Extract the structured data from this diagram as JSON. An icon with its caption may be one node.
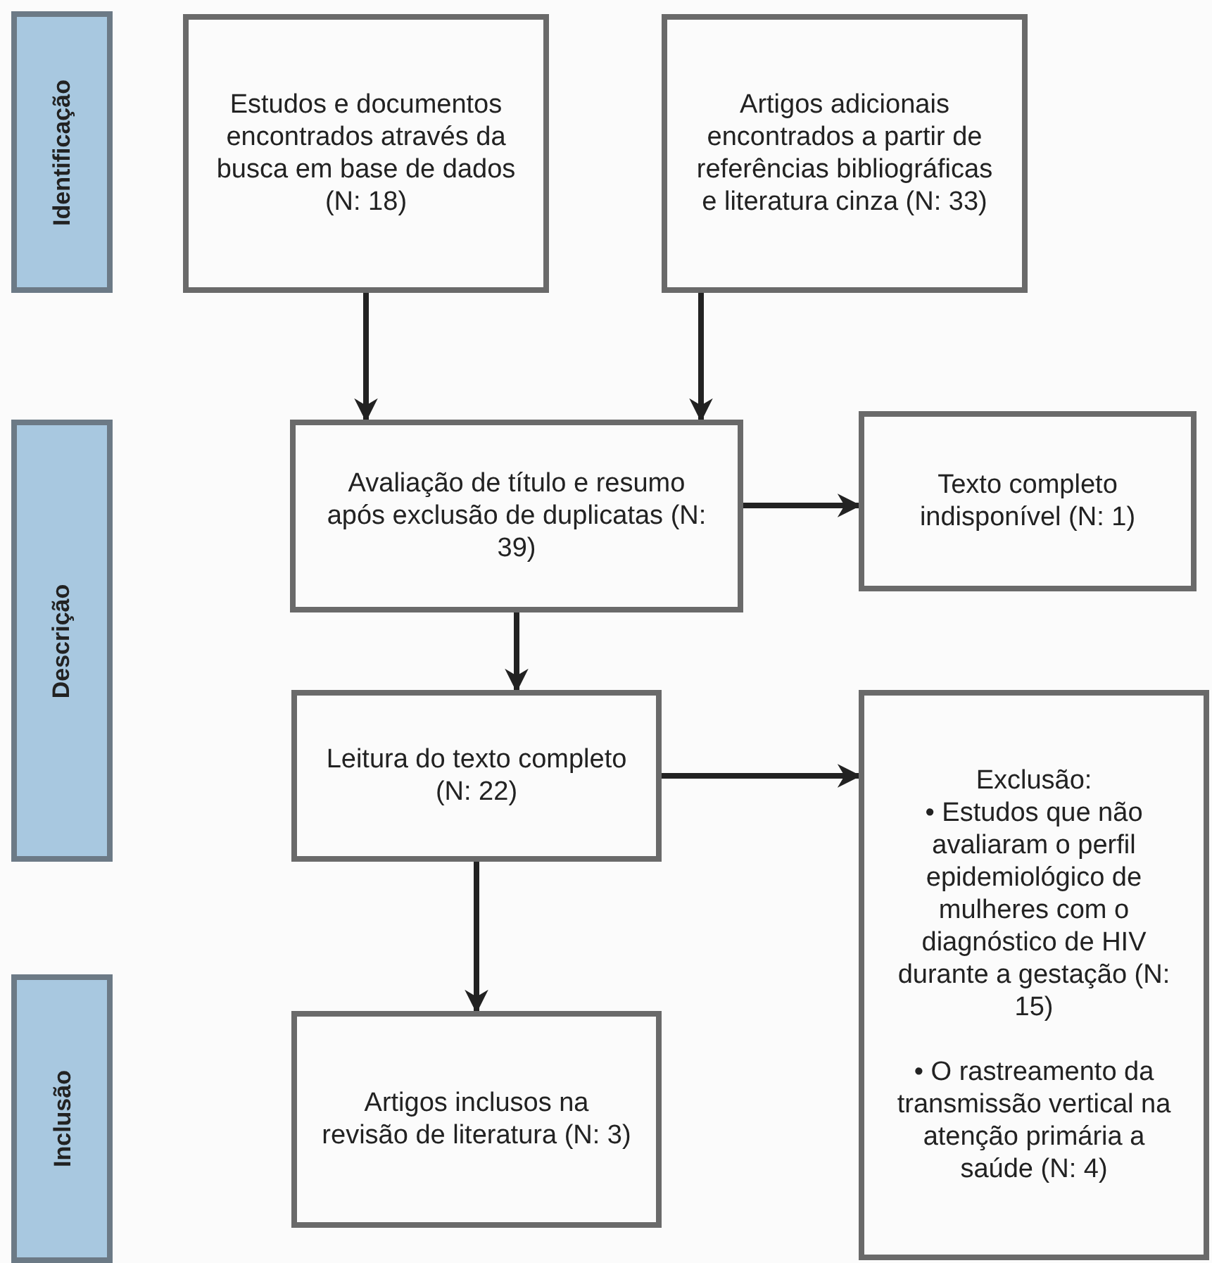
{
  "diagram": {
    "nodes": [
      {
        "text": [
          "Identificação"
        ]
      },
      {
        "text": [
          "Estudos e documentos encontrados através da busca em base de dados (N: 18)"
        ]
      },
      {
        "text": [
          "Artigos adicionais encontrados a partir de referências bibliográficas e literatura cinza (N: 33)"
        ]
      },
      {
        "text": [
          "Descrição"
        ]
      },
      {
        "text": [
          "Avaliação de título e resumo após exclusão de duplicatas (N: 39)"
        ]
      },
      {
        "text": [
          "Texto completo indisponível (N: 1)"
        ]
      },
      {
        "text": [
          "Leitura do texto completo (N: 22)"
        ]
      },
      {
        "text": [
          "Exclusão:",
          "• Estudos que não avaliaram o perfil epidemiológico de mulheres com o diagnóstico de HIV durante a gestação (N: 15)",
          "• O rastreamento da transmissão vertical na atenção primária a saúde (N: 4)"
        ]
      },
      {
        "text": [
          "Inclusão"
        ]
      },
      {
        "text": [
          "Artigos inclusos na revisão de literatura (N: 3)"
        ]
      }
    ],
    "edges": [
      {
        "from": 1,
        "to": 4,
        "arrow": "to"
      },
      {
        "from": 2,
        "to": 4,
        "arrow": "to"
      },
      {
        "from": 4,
        "to": 5,
        "arrow": "to"
      },
      {
        "from": 4,
        "to": 6,
        "arrow": "to"
      },
      {
        "from": 6,
        "to": 7,
        "arrow": "to"
      },
      {
        "from": 6,
        "to": 9,
        "arrow": "to"
      }
    ]
  }
}
